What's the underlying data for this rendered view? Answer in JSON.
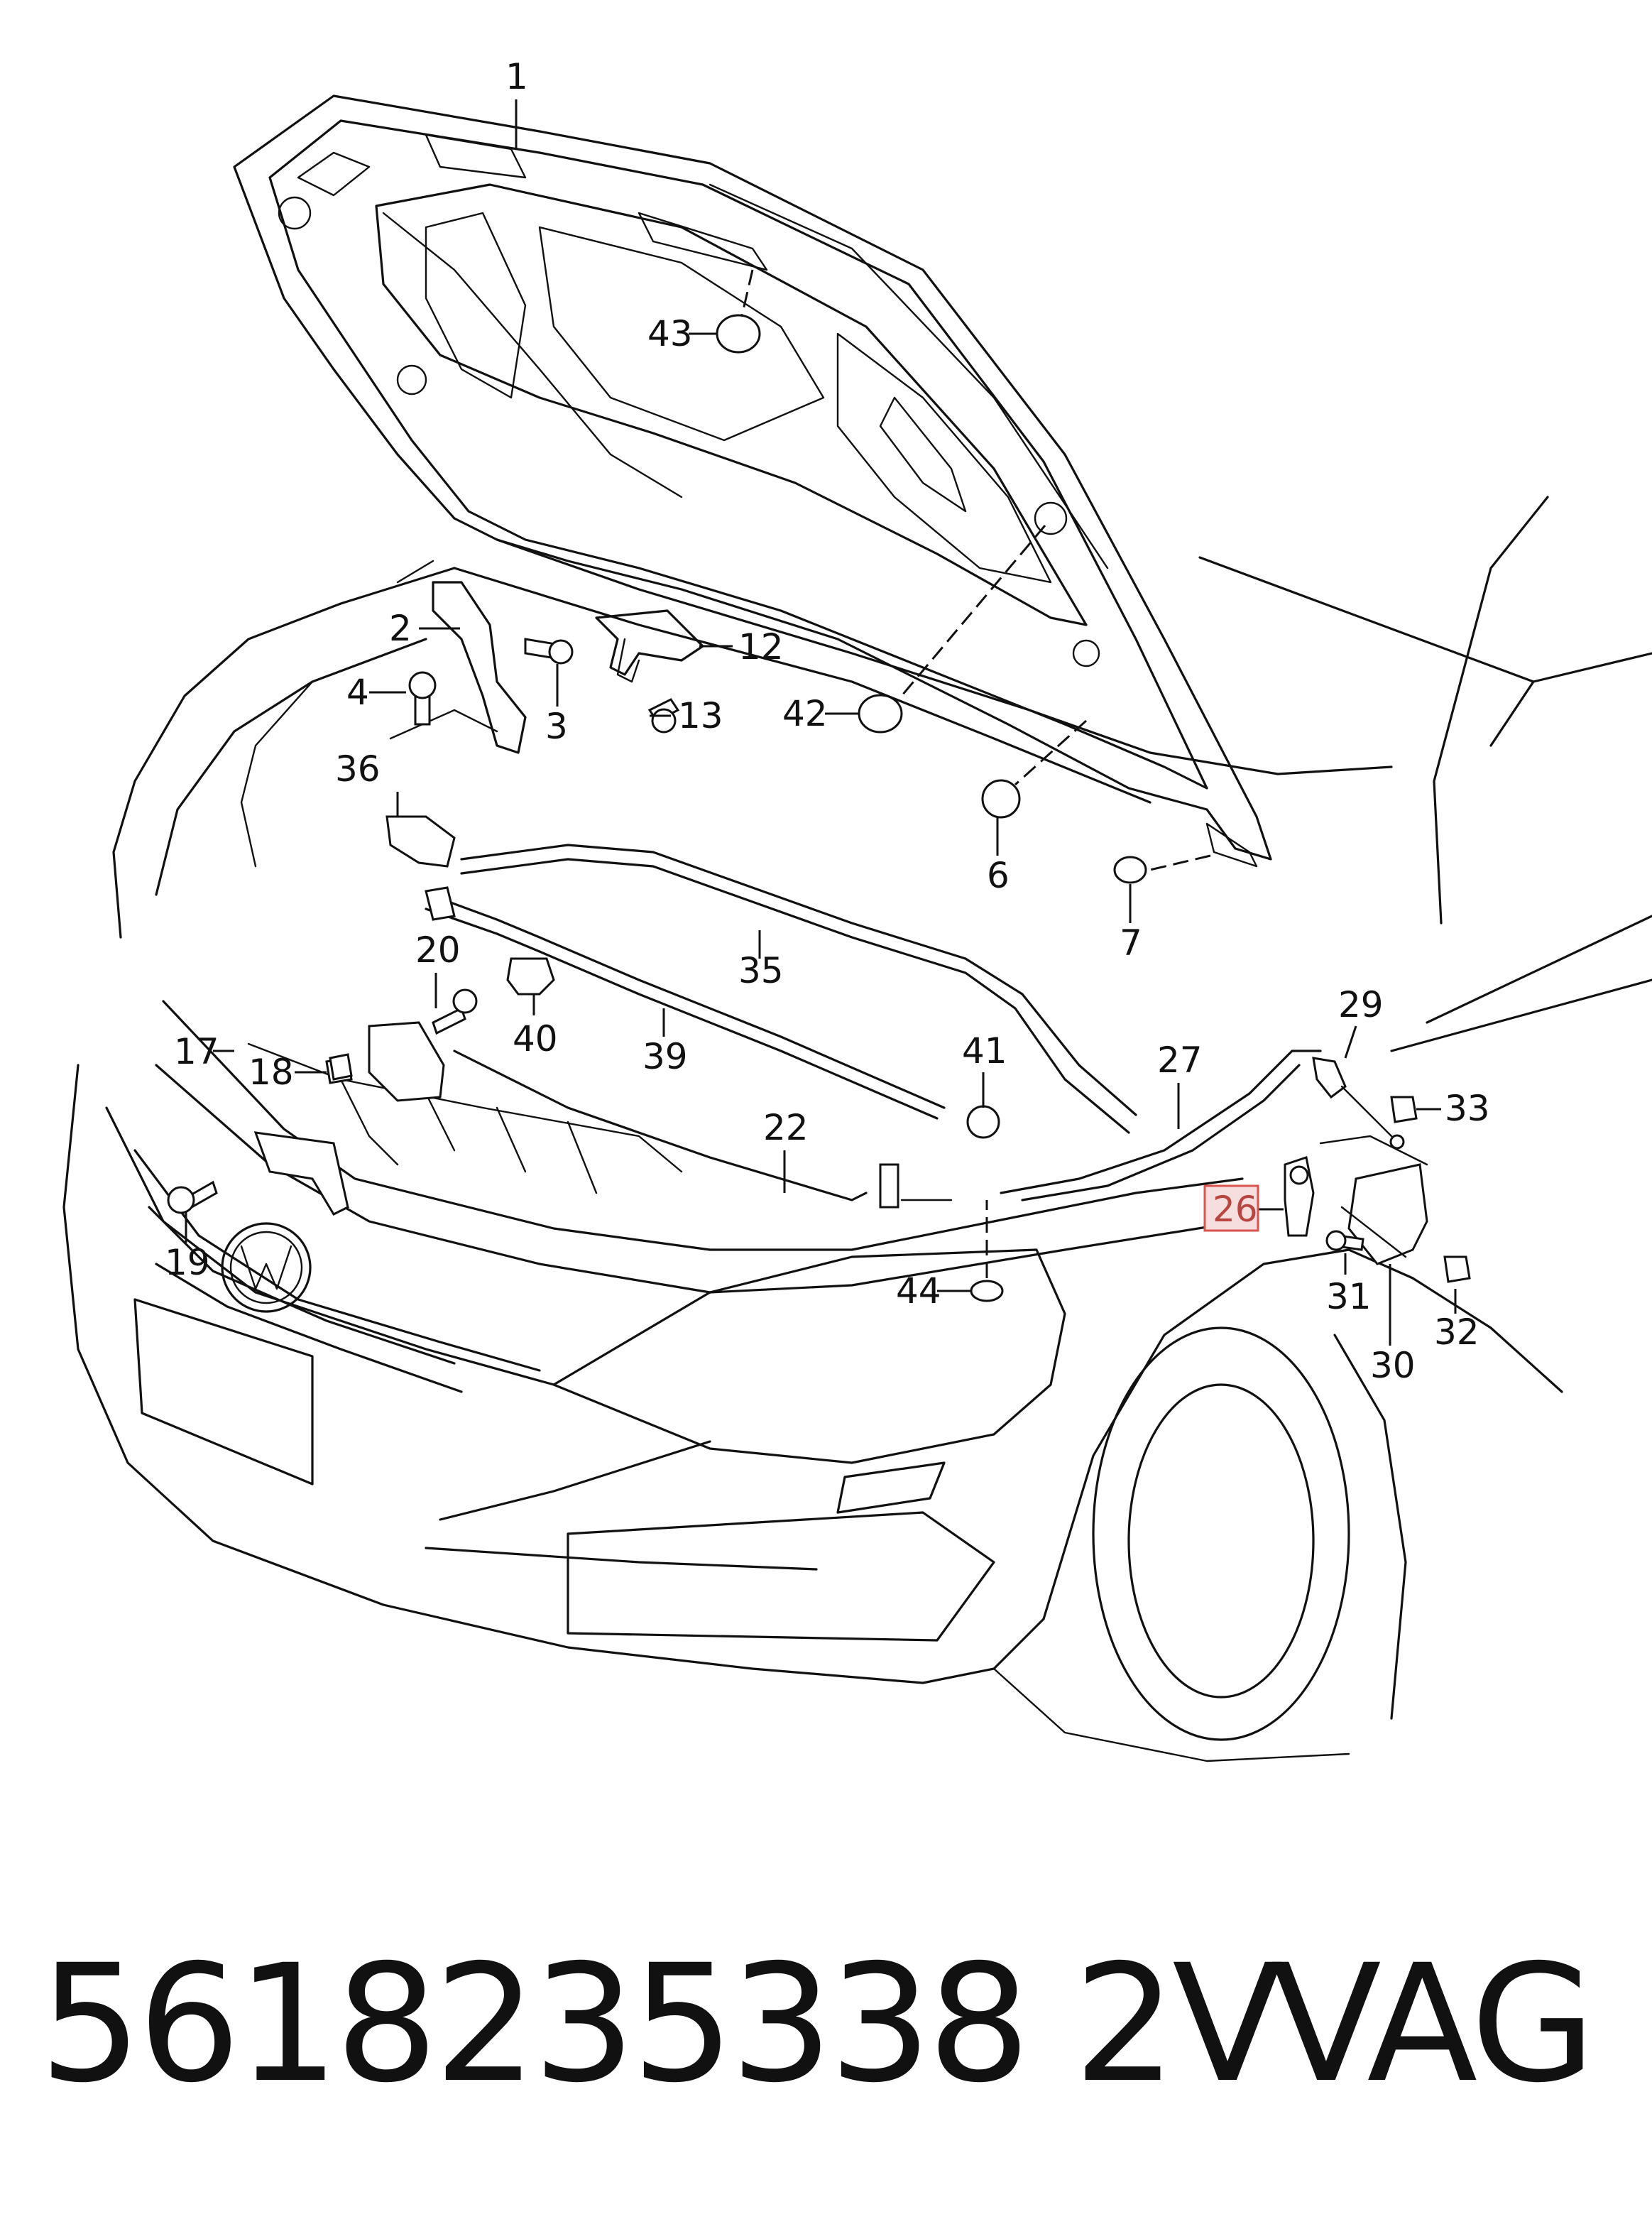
{
  "callouts": {
    "c1": "1",
    "c2": "2",
    "c3": "3",
    "c4": "4",
    "c6": "6",
    "c7": "7",
    "c12": "12",
    "c13": "13",
    "c17": "17",
    "c18": "18",
    "c19": "19",
    "c20": "20",
    "c22": "22",
    "c26": "26",
    "c27": "27",
    "c29": "29",
    "c30": "30",
    "c31": "31",
    "c32": "32",
    "c33": "33",
    "c35": "35",
    "c36": "36",
    "c39": "39",
    "c40": "40",
    "c41": "41",
    "c42": "42",
    "c43": "43",
    "c44": "44"
  },
  "highlighted_callout": "26",
  "footer": {
    "part_number": "5618235338 2V",
    "brand": "VAG"
  },
  "colors": {
    "line": "#111111",
    "highlight_fill": "#f6dede",
    "highlight_border": "#d9534f",
    "highlight_text": "#b8453f"
  }
}
